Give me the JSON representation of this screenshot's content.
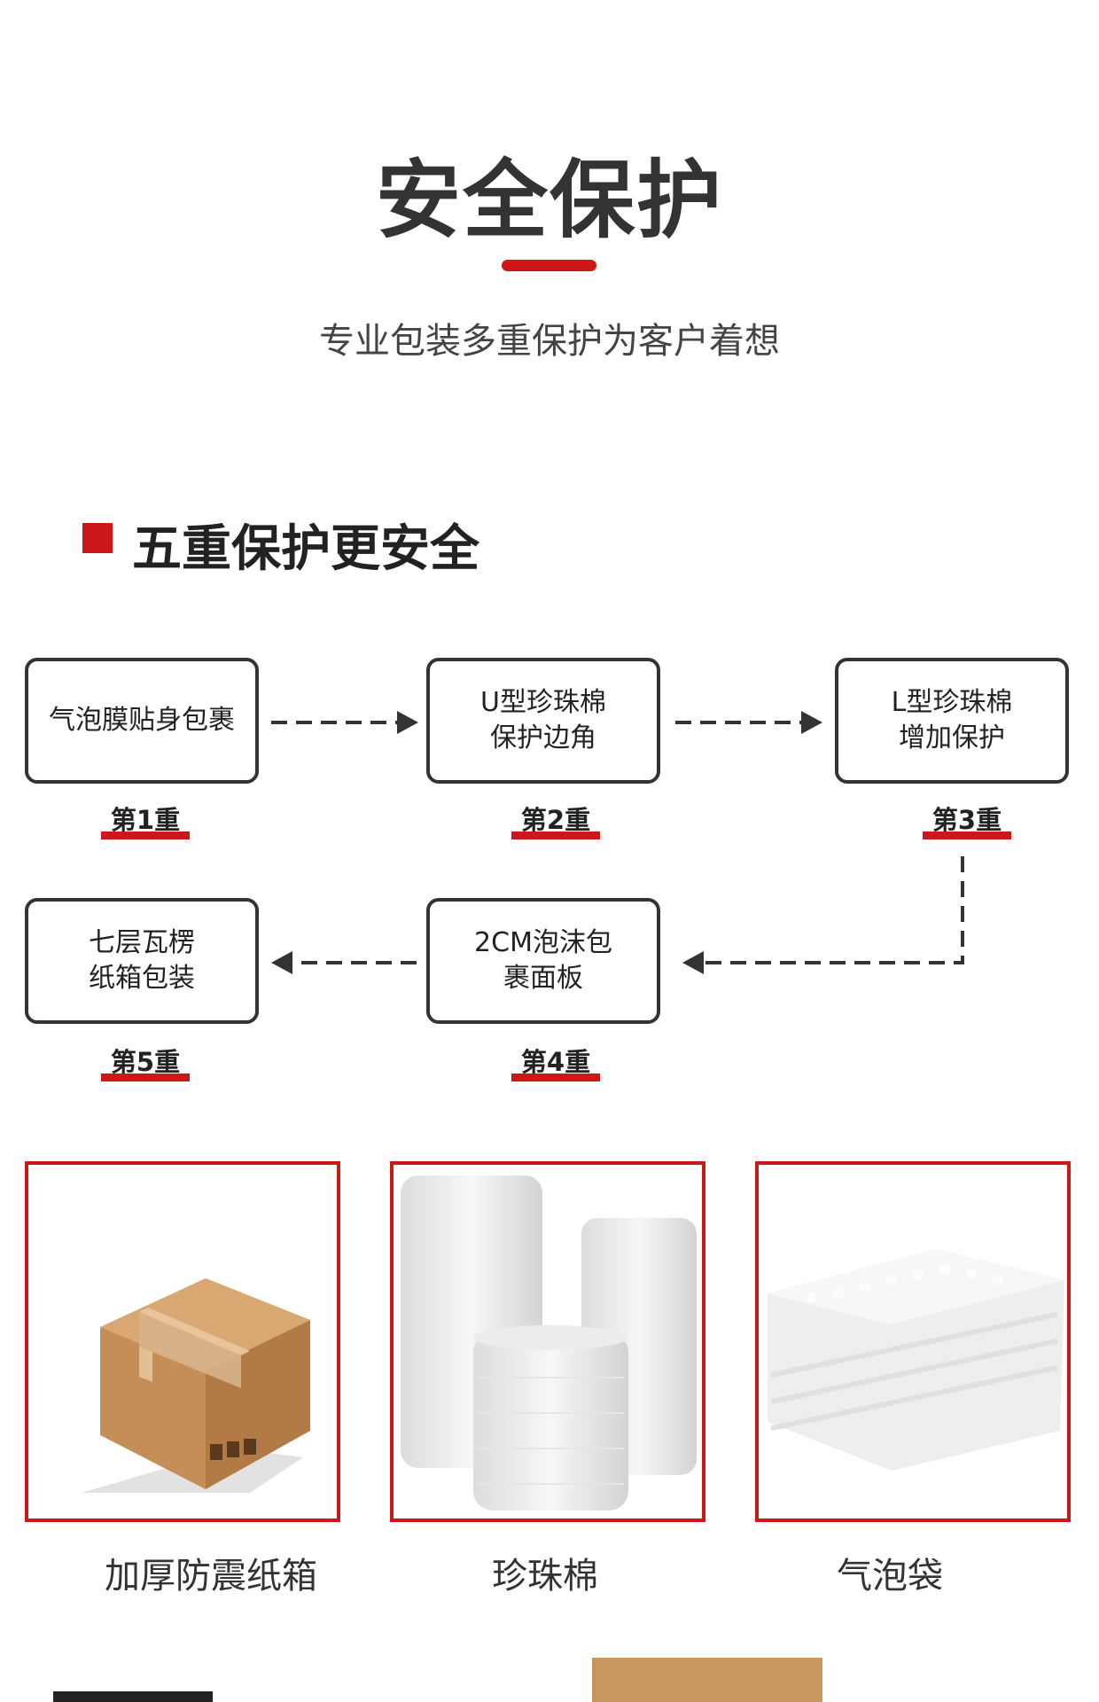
{
  "header": {
    "title": "安全保护",
    "subtitle": "专业包装多重保护为客户着想"
  },
  "section": {
    "title": "五重保护更安全"
  },
  "steps": [
    {
      "lines": [
        "气泡膜贴身包裹"
      ],
      "label": "第1重"
    },
    {
      "lines": [
        "U型珍珠棉",
        "保护边角"
      ],
      "label": "第2重"
    },
    {
      "lines": [
        "L型珍珠棉",
        "增加保护"
      ],
      "label": "第3重"
    },
    {
      "lines": [
        "2CM泡沫包",
        "裹面板"
      ],
      "label": "第4重"
    },
    {
      "lines": [
        "七层瓦楞",
        "纸箱包装"
      ],
      "label": "第5重"
    }
  ],
  "materials": [
    {
      "caption": "加厚防震纸箱",
      "icon": "cardboard-box-photo"
    },
    {
      "caption": "珍珠棉",
      "icon": "pearl-foam-rolls-photo"
    },
    {
      "caption": "气泡袋",
      "icon": "bubble-bags-photo"
    }
  ],
  "colors": {
    "accent": "#cc1818",
    "text": "#333333",
    "box_border": "#333333"
  }
}
